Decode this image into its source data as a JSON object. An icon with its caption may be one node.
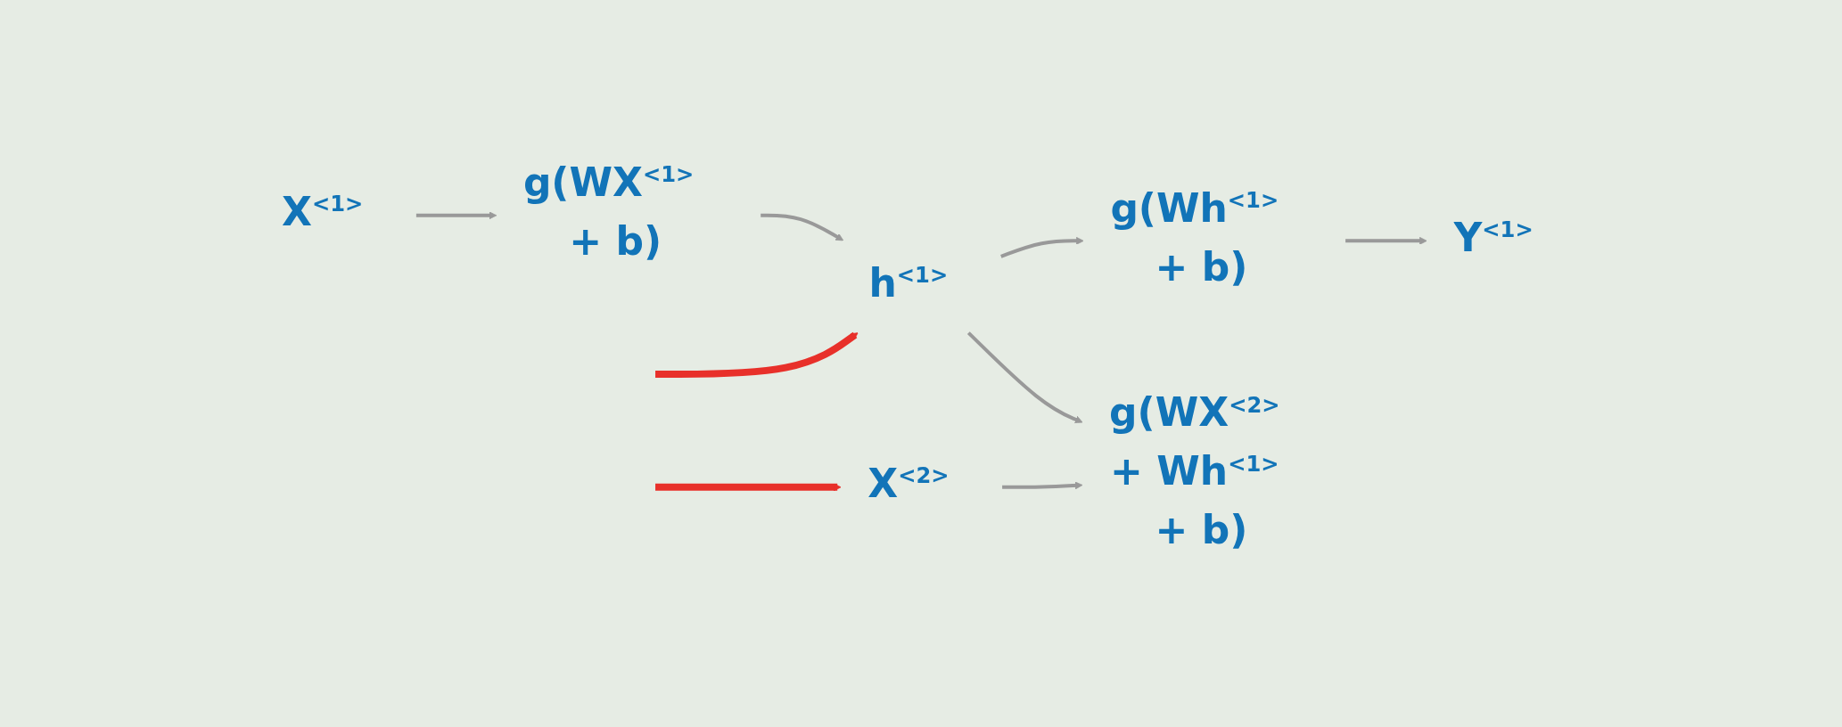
{
  "diagram": {
    "nodes": [
      {
        "text": [
          "X$^{<1>}$"
        ]
      },
      {
        "text": [
          "g(WX$^{<1>}$ + b)"
        ]
      },
      {
        "text": [
          "h$^{<1>}$"
        ]
      },
      {
        "text": [
          "g(Wh$^{<1>}$ + b)"
        ]
      },
      {
        "text": [
          "Y$^{<1>}$"
        ]
      },
      {
        "text": [
          "X$^{<2>}$"
        ]
      },
      {
        "text": [
          "g(WX$^{<2>}$ + Wh$^{<1>}$ + b)"
        ]
      }
    ],
    "edges": [
      {
        "from": 0,
        "to": 1,
        "arrow": "to"
      },
      {
        "from": 1,
        "to": 2,
        "arrow": "to"
      },
      {
        "from": 2,
        "to": 3,
        "arrow": "to"
      },
      {
        "from": 3,
        "to": 4,
        "arrow": "to"
      },
      {
        "from": 2,
        "to": 6,
        "arrow": "to"
      },
      {
        "from": 5,
        "to": 6,
        "arrow": "to"
      },
      {
        "from": null,
        "to": 2,
        "arrow": "to",
        "style": "thick",
        "color": "#e8302a"
      },
      {
        "from": null,
        "to": 5,
        "arrow": "to",
        "style": "thick",
        "color": "#e8302a"
      }
    ]
  }
}
